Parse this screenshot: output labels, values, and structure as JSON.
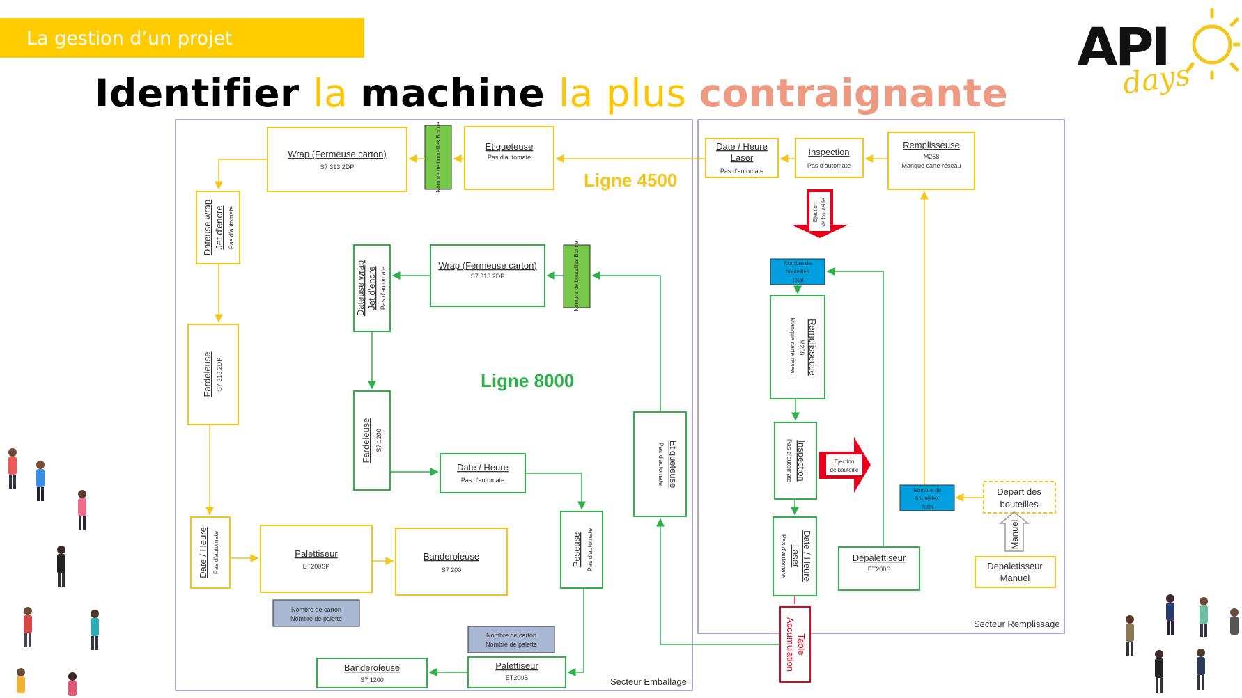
{
  "header": {
    "section_label": "La gestion d’un projet",
    "title_parts": [
      {
        "text": "Identifier ",
        "style": "bold"
      },
      {
        "text": "la ",
        "style": "light"
      },
      {
        "text": "machine ",
        "style": "bold"
      },
      {
        "text": "la plus ",
        "style": "light"
      },
      {
        "text": "contraignante",
        "style": "salmon"
      }
    ]
  },
  "logo": {
    "main": "API",
    "script": "days"
  },
  "colors": {
    "yellow": "#ffc400",
    "green": "#2db24a",
    "salmon": "#ee9a82",
    "line_yellow": "#f5c518",
    "cyan": "#00a0e0",
    "lime": "#78c84a",
    "grey_blue": "#a9b9d3",
    "red": "#e8001c"
  },
  "sectors": {
    "emballage": "Secteur Emballage",
    "remplissage": "Secteur Remplissage"
  },
  "lines": {
    "l4500": "Ligne 4500",
    "l8000": "Ligne 8000"
  },
  "boxes": {
    "y_wrap": {
      "title": "Wrap (Fermeuse carton)",
      "sub": "S7 313 2DP"
    },
    "y_nbb": {
      "title": "Nombre de bouteilles Bonne"
    },
    "y_etiq": {
      "title": "Etiqueteuse",
      "sub": "Pas d'automate"
    },
    "y_datelaser": {
      "title1": "Date / Heure",
      "title2": "Laser",
      "sub": "Pas d'automate"
    },
    "y_insp": {
      "title": "Inspection",
      "sub": "Pas d'automate"
    },
    "y_rempl": {
      "title": "Remplisseuse",
      "sub1": "M258",
      "sub2": "Manque carte réseau"
    },
    "y_datwrap": {
      "title1": "Dateuse wrap",
      "title2": "Jet d'encre",
      "sub": "Pas d'automate"
    },
    "y_fard": {
      "title": "Fardeleuse",
      "sub": "S7 313 2DP"
    },
    "y_dateh": {
      "title": "Date / Heure",
      "sub": "Pas d'automate"
    },
    "y_palet": {
      "title": "Palettiseur",
      "sub": "ET200SP"
    },
    "y_bande": {
      "title": "Banderoleuse",
      "sub": "S7 200"
    },
    "y_count": {
      "line1": "Nombre de carton",
      "line2": "Nombre de palette"
    },
    "y_depart": {
      "line1": "Depart des",
      "line2": "bouteilles"
    },
    "y_manuel": {
      "line1": "Depaletisseur",
      "line2": "Manuel"
    },
    "manuel_arrow": "Manuel",
    "g_datwrap": {
      "title1": "Dateuse wrap",
      "title2": "Jet d'encre",
      "sub": "Pas d'automate"
    },
    "g_wrap": {
      "title": "Wrap (Fermeuse carton)",
      "sub": "S7 313 2DP"
    },
    "g_nbb": {
      "title": "Nombre de bouteilles Bonne"
    },
    "g_fard": {
      "title": "Fardeleuse",
      "sub": "S7 1200"
    },
    "g_dateh": {
      "title": "Date / Heure",
      "sub": "Pas d'automate"
    },
    "g_etiq": {
      "title": "Etiqueteuse",
      "sub": "Pas d'automate"
    },
    "g_peseuse": {
      "title": "Peseuse",
      "sub": "Pas d'automate"
    },
    "g_count": {
      "line1": "Nombre de carton",
      "line2": "Nombre de palette"
    },
    "g_palet": {
      "title": "Palettiseur",
      "sub": "ET200S"
    },
    "g_bande": {
      "title": "Banderoleuse",
      "sub": "S7 1200"
    },
    "g_nbt": {
      "line1": "Nombre de",
      "line2": "bouteilles",
      "line3": "Total"
    },
    "g_rempl": {
      "title": "Remplisseuse",
      "sub1": "M258",
      "sub2": "Manque carte réseau"
    },
    "g_insp": {
      "title": "Inspection",
      "sub": "Pas d'automate"
    },
    "g_datelaser": {
      "title1": "Date / Heure",
      "title2": "Laser",
      "sub": "Pas d'automate"
    },
    "g_table": {
      "title1": "Table",
      "title2": "Accumulation"
    },
    "g_depal": {
      "title": "Dépalettiseur",
      "sub": "ET200S"
    },
    "g_nbt2": {
      "line1": "Nombre de",
      "line2": "bouteilles",
      "line3": "Total"
    },
    "ejection1": {
      "line1": "Ejection",
      "line2": "de bouteille"
    },
    "ejection2": {
      "line1": "Ejection",
      "line2": "de bouteille"
    }
  }
}
